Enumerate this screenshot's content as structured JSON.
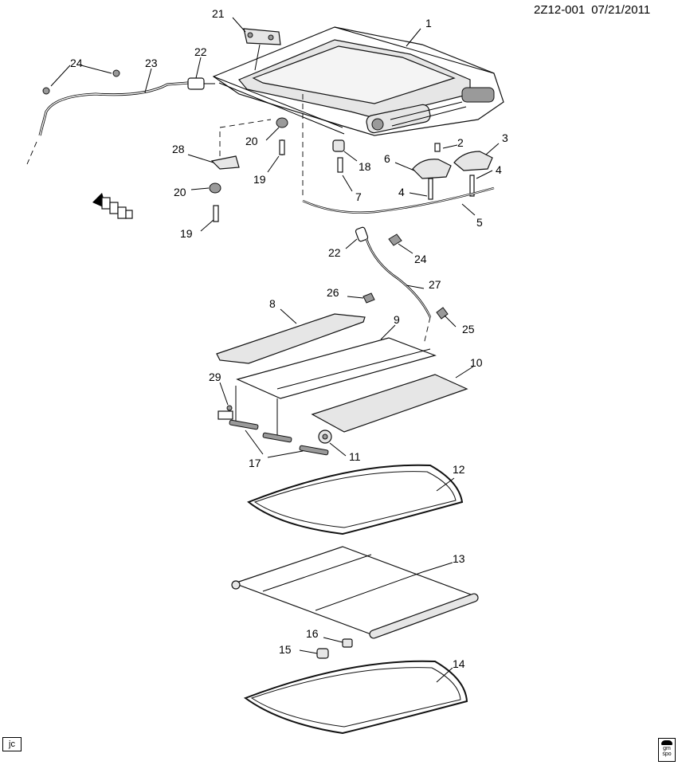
{
  "header": {
    "code": "2Z12-001",
    "date": "07/21/2011"
  },
  "corner_label": "jc",
  "logo": {
    "line1": "gm",
    "line2": "spo"
  },
  "callouts": {
    "c1": "1",
    "c2": "2",
    "c3": "3",
    "c4a": "4",
    "c4b": "4",
    "c5": "5",
    "c6": "6",
    "c7": "7",
    "c8": "8",
    "c9": "9",
    "c10": "10",
    "c11": "11",
    "c12": "12",
    "c13": "13",
    "c14": "14",
    "c15": "15",
    "c16": "16",
    "c17": "17",
    "c18": "18",
    "c19a": "19",
    "c19b": "19",
    "c20a": "20",
    "c20b": "20",
    "c21": "21",
    "c22a": "22",
    "c22b": "22",
    "c23": "23",
    "c24a": "24",
    "c24b": "24",
    "c25": "25",
    "c26": "26",
    "c27": "27",
    "c28": "28",
    "c29": "29"
  },
  "parts": [
    {
      "ref": "1",
      "icon": "sunroof-frame-assembly"
    },
    {
      "ref": "2",
      "icon": "screw"
    },
    {
      "ref": "3",
      "icon": "motor-bracket"
    },
    {
      "ref": "4",
      "icon": "bolt"
    },
    {
      "ref": "5",
      "icon": "drain-hose"
    },
    {
      "ref": "6",
      "icon": "motor"
    },
    {
      "ref": "7",
      "icon": "screw"
    },
    {
      "ref": "8",
      "icon": "deflector"
    },
    {
      "ref": "9",
      "icon": "front-glass-panel"
    },
    {
      "ref": "10",
      "icon": "rear-glass-panel"
    },
    {
      "ref": "11",
      "icon": "bumper"
    },
    {
      "ref": "12",
      "icon": "weatherstrip"
    },
    {
      "ref": "13",
      "icon": "sunshade"
    },
    {
      "ref": "14",
      "icon": "seal"
    },
    {
      "ref": "15",
      "icon": "knob"
    },
    {
      "ref": "16",
      "icon": "pin"
    },
    {
      "ref": "17",
      "icon": "guide-shoe"
    },
    {
      "ref": "18",
      "icon": "nut"
    },
    {
      "ref": "19",
      "icon": "bolt"
    },
    {
      "ref": "20",
      "icon": "isolator"
    },
    {
      "ref": "21",
      "icon": "bracket"
    },
    {
      "ref": "22",
      "icon": "connector"
    },
    {
      "ref": "23",
      "icon": "drain-hose"
    },
    {
      "ref": "24",
      "icon": "clip"
    },
    {
      "ref": "25",
      "icon": "clip"
    },
    {
      "ref": "26",
      "icon": "clip"
    },
    {
      "ref": "27",
      "icon": "drain-hose"
    },
    {
      "ref": "28",
      "icon": "bracket"
    },
    {
      "ref": "29",
      "icon": "screw"
    }
  ]
}
